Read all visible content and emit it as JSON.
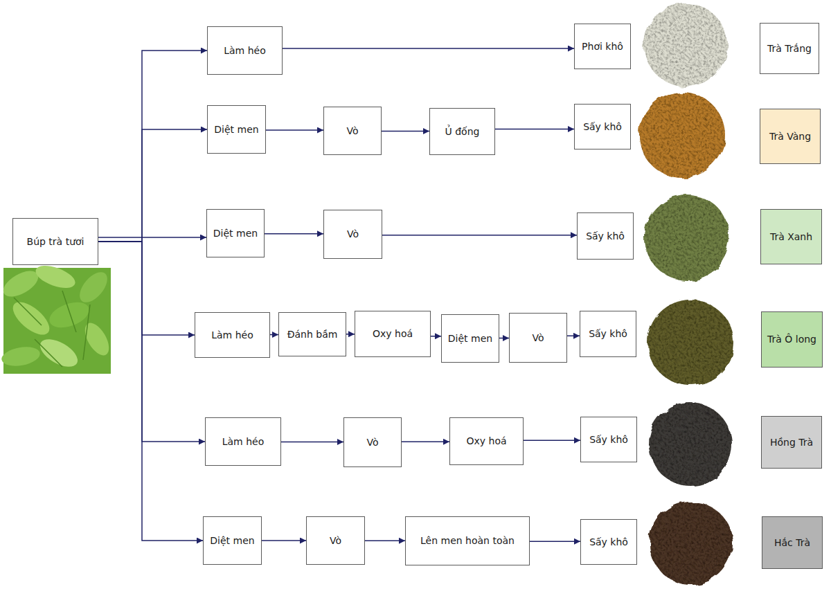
{
  "diagram": {
    "nodes": [
      {
        "text": [
          "Búp trà tươi"
        ]
      },
      {
        "text": [
          "Làm héo"
        ]
      },
      {
        "text": [
          "Phơi khô"
        ]
      },
      {
        "text": [
          "Trà Trắng"
        ]
      },
      {
        "text": [
          "Diệt men"
        ]
      },
      {
        "text": [
          "Vò"
        ]
      },
      {
        "text": [
          "Ủ đống"
        ]
      },
      {
        "text": [
          "Sấy khô"
        ]
      },
      {
        "text": [
          "Trà Vàng"
        ]
      },
      {
        "text": [
          "Diệt men"
        ]
      },
      {
        "text": [
          "Vò"
        ]
      },
      {
        "text": [
          "Sấy khô"
        ]
      },
      {
        "text": [
          "Trà Xanh"
        ]
      },
      {
        "text": [
          "Làm héo"
        ]
      },
      {
        "text": [
          "Đánh bầm"
        ]
      },
      {
        "text": [
          "Oxy hoá"
        ]
      },
      {
        "text": [
          "Diệt men"
        ]
      },
      {
        "text": [
          "Vò"
        ]
      },
      {
        "text": [
          "Sấy khô"
        ]
      },
      {
        "text": [
          "Trà Ô long"
        ]
      },
      {
        "text": [
          "Làm héo"
        ]
      },
      {
        "text": [
          "Vò"
        ]
      },
      {
        "text": [
          "Oxy hoá"
        ]
      },
      {
        "text": [
          "Sấy khô"
        ]
      },
      {
        "text": [
          "Hồng Trà"
        ]
      },
      {
        "text": [
          "Diệt men"
        ]
      },
      {
        "text": [
          "Vò"
        ]
      },
      {
        "text": [
          "Lên men hoàn toàn"
        ]
      },
      {
        "text": [
          "Sấy khô"
        ]
      },
      {
        "text": [
          "Hắc Trà"
        ]
      }
    ],
    "edges": [
      {
        "from": 0,
        "to": 1,
        "arrow": "to"
      },
      {
        "from": 0,
        "to": 4,
        "arrow": "to"
      },
      {
        "from": 0,
        "to": 9,
        "arrow": "to"
      },
      {
        "from": 0,
        "to": 13,
        "arrow": "to"
      },
      {
        "from": 0,
        "to": 20,
        "arrow": "to"
      },
      {
        "from": 0,
        "to": 25,
        "arrow": "to"
      },
      {
        "from": 1,
        "to": 2,
        "arrow": "to"
      },
      {
        "from": 4,
        "to": 5,
        "arrow": "to"
      },
      {
        "from": 5,
        "to": 6,
        "arrow": "to"
      },
      {
        "from": 6,
        "to": 7,
        "arrow": "to"
      },
      {
        "from": 9,
        "to": 10,
        "arrow": "to"
      },
      {
        "from": 10,
        "to": 11,
        "arrow": "to"
      },
      {
        "from": 13,
        "to": 14,
        "arrow": "to"
      },
      {
        "from": 14,
        "to": 15,
        "arrow": "to"
      },
      {
        "from": 15,
        "to": 16,
        "arrow": "to"
      },
      {
        "from": 16,
        "to": 17,
        "arrow": "to"
      },
      {
        "from": 17,
        "to": 18,
        "arrow": "to"
      },
      {
        "from": 20,
        "to": 21,
        "arrow": "to"
      },
      {
        "from": 21,
        "to": 22,
        "arrow": "to"
      },
      {
        "from": 22,
        "to": 23,
        "arrow": "to"
      },
      {
        "from": 25,
        "to": 26,
        "arrow": "to"
      },
      {
        "from": 26,
        "to": 27,
        "arrow": "to"
      },
      {
        "from": 27,
        "to": 28,
        "arrow": "to"
      }
    ]
  }
}
